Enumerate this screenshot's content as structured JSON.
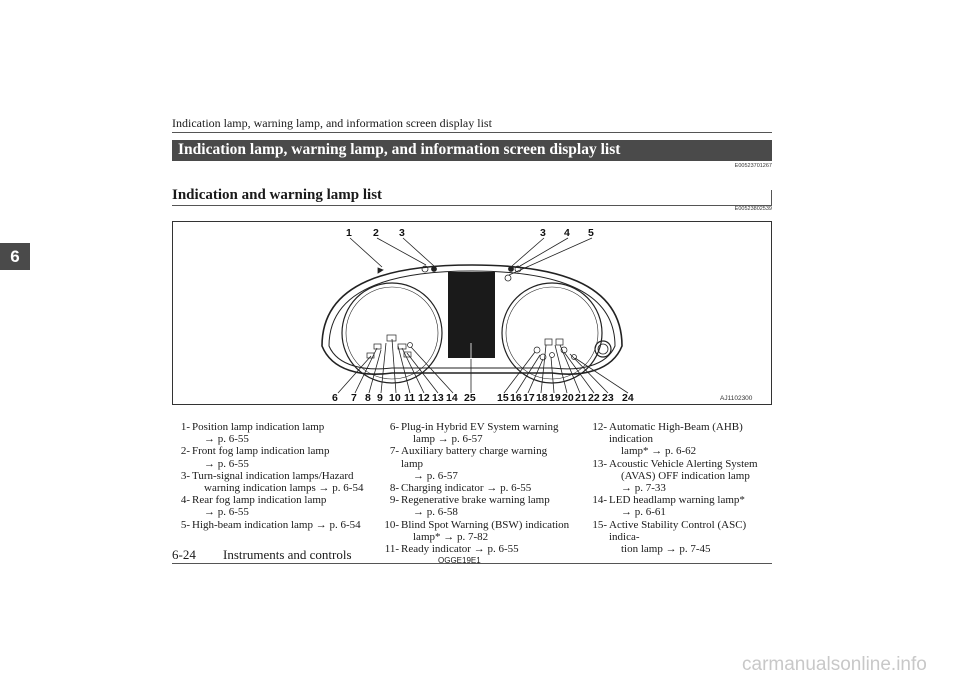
{
  "running_head": "Indication lamp, warning lamp, and information screen display list",
  "title": "Indication lamp, warning lamp, and information screen display list",
  "title_code": "E00523701267",
  "subtitle": "Indication and warning lamp list",
  "subtitle_code": "E00523802539",
  "side_tab": "6",
  "figure": {
    "top_callouts": [
      "1",
      "2",
      "3",
      "3",
      "4",
      "5"
    ],
    "bottom_callouts": [
      "6",
      "7",
      "8",
      "9",
      "10",
      "11",
      "12",
      "13",
      "14",
      "25",
      "15",
      "16",
      "17",
      "18",
      "19",
      "20",
      "21",
      "22",
      "23",
      "24"
    ],
    "figure_id": "AJ1102300"
  },
  "items_col1": [
    {
      "num": "1-",
      "text": "Position lamp indication lamp",
      "ref": "→ p. 6-55"
    },
    {
      "num": "2-",
      "text": "Front fog lamp indication lamp",
      "ref": "→ p. 6-55"
    },
    {
      "num": "3-",
      "text": "Turn-signal indication lamps/Hazard",
      "cont": "warning indication lamps → p. 6-54"
    },
    {
      "num": "4-",
      "text": "Rear fog lamp indication lamp",
      "ref": "→ p. 6-55"
    },
    {
      "num": "5-",
      "text": "High-beam indication lamp → p. 6-54"
    }
  ],
  "items_col2": [
    {
      "num": "6-",
      "text": "Plug-in Hybrid EV System warning",
      "cont": "lamp → p. 6-57"
    },
    {
      "num": "7-",
      "text": "Auxiliary battery charge warning lamp",
      "ref": "→ p. 6-57"
    },
    {
      "num": "8-",
      "text": "Charging indicator → p. 6-55"
    },
    {
      "num": "9-",
      "text": "Regenerative brake warning lamp",
      "ref": "→ p. 6-58"
    },
    {
      "num": "10-",
      "text": "Blind Spot Warning (BSW) indication",
      "cont": "lamp* → p. 7-82"
    },
    {
      "num": "11-",
      "text": "Ready indicator → p. 6-55"
    }
  ],
  "items_col3": [
    {
      "num": "12-",
      "text": "Automatic High-Beam (AHB) indication",
      "cont": "lamp* → p. 6-62"
    },
    {
      "num": "13-",
      "text": "Acoustic Vehicle Alerting System",
      "cont": "(AVAS) OFF indication lamp",
      "ref": "→ p. 7-33"
    },
    {
      "num": "14-",
      "text": "LED headlamp warning lamp*",
      "ref": "→ p. 6-61"
    },
    {
      "num": "15-",
      "text": "Active Stability Control (ASC) indica-",
      "cont": "tion lamp → p. 7-45"
    }
  ],
  "footer": {
    "page": "6-24",
    "section": "Instruments and controls",
    "code": "OGGE19E1"
  },
  "watermark": "carmanualsonline.info"
}
